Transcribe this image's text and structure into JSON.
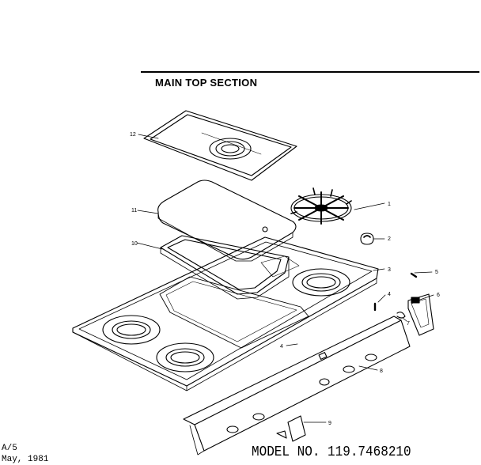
{
  "header": {
    "title": "MAIN TOP SECTION"
  },
  "callouts": [
    {
      "number": "1",
      "part": "burner grate"
    },
    {
      "number": "2",
      "part": "knob"
    },
    {
      "number": "3",
      "part": "main top"
    },
    {
      "number": "4",
      "part": "screw"
    },
    {
      "number": "5",
      "part": "screw"
    },
    {
      "number": "6",
      "part": "bracket"
    },
    {
      "number": "7",
      "part": "clip"
    },
    {
      "number": "8",
      "part": "manifold panel"
    },
    {
      "number": "9",
      "part": "clip"
    },
    {
      "number": "10",
      "part": "griddle pan"
    },
    {
      "number": "11",
      "part": "griddle cover"
    },
    {
      "number": "12",
      "part": "drip tray frame"
    }
  ],
  "inline_label": "4",
  "footer": {
    "model": "MODEL NO. 119.7468210",
    "code": "A/5",
    "date": "May, 1981"
  }
}
